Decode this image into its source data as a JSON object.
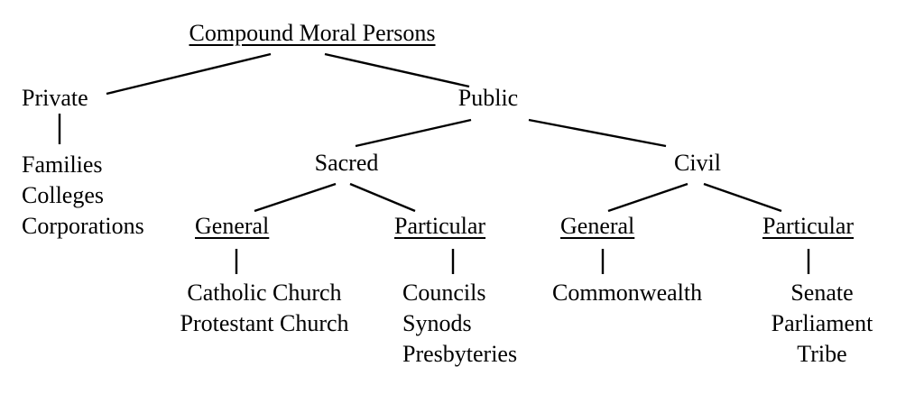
{
  "root": {
    "label": "Compound Moral Persons"
  },
  "private": {
    "label": "Private",
    "items": [
      "Families",
      "Colleges",
      "Corporations"
    ]
  },
  "public": {
    "label": "Public",
    "sacred": {
      "label": "Sacred",
      "general": {
        "label": "General",
        "items": [
          "Catholic Church",
          "Protestant Church"
        ]
      },
      "particular": {
        "label": "Particular",
        "items": [
          "Councils",
          "Synods",
          "Presbyteries"
        ]
      }
    },
    "civil": {
      "label": "Civil",
      "general": {
        "label": "General",
        "items": [
          "Commonwealth"
        ]
      },
      "particular": {
        "label": "Particular",
        "items": [
          "Senate",
          "Parliament",
          "Tribe"
        ]
      }
    }
  }
}
